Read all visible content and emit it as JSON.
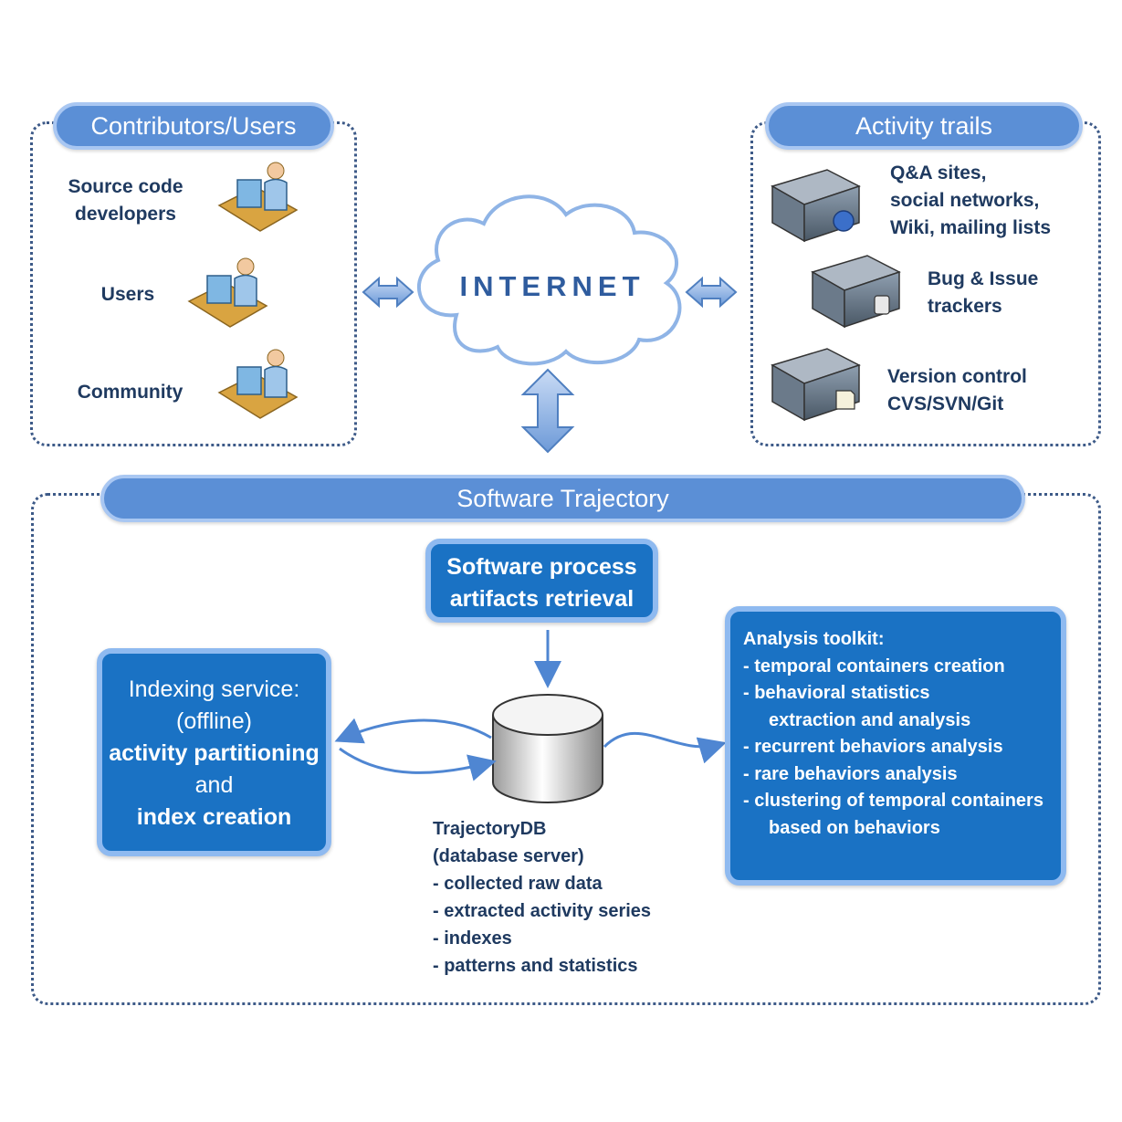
{
  "contributors": {
    "title": "Contributors/Users",
    "items": [
      {
        "label_line1": "Source code",
        "label_line2": "developers",
        "icon": "developer-workstation-icon"
      },
      {
        "label_line1": "Users",
        "label_line2": "",
        "icon": "user-workstation-icon"
      },
      {
        "label_line1": "Community",
        "label_line2": "",
        "icon": "community-workstation-icon"
      }
    ]
  },
  "internet": {
    "label": "INTERNET",
    "icon": "cloud-icon"
  },
  "activity_trails": {
    "title": "Activity trails",
    "items": [
      {
        "line1": "Q&A sites,",
        "line2": "social networks,",
        "line3": "Wiki, mailing lists",
        "icon": "server-globe-icon"
      },
      {
        "line1": "Bug & Issue",
        "line2": "trackers",
        "line3": "",
        "icon": "server-database-icon"
      },
      {
        "line1": "Version control",
        "line2": "CVS/SVN/Git",
        "line3": "",
        "icon": "server-document-icon"
      }
    ]
  },
  "trajectory": {
    "title": "Software Trajectory",
    "retrieval": {
      "line1": "Software process",
      "line2": "artifacts retrieval"
    },
    "indexing": {
      "line1": "Indexing service:",
      "line2": "(offline)",
      "line3": "activity partitioning",
      "line4": "and",
      "line5": "index creation"
    },
    "analysis": {
      "title": "Analysis toolkit:",
      "items": [
        "- temporal containers creation",
        "- behavioral statistics",
        "extraction and analysis",
        "- recurrent behaviors analysis",
        "- rare behaviors analysis",
        "- clustering of temporal containers",
        "based on behaviors"
      ]
    },
    "db": {
      "name": "TrajectoryDB",
      "subtitle": "(database server)",
      "items": [
        "- collected raw data",
        "- extracted activity series",
        "- indexes",
        "- patterns and statistics"
      ],
      "icon": "database-cylinder-icon"
    }
  },
  "colors": {
    "pill": "#5b8fd6",
    "box": "#1a72c4",
    "text": "#1f3a60",
    "arrow": "#5b8fd6"
  }
}
